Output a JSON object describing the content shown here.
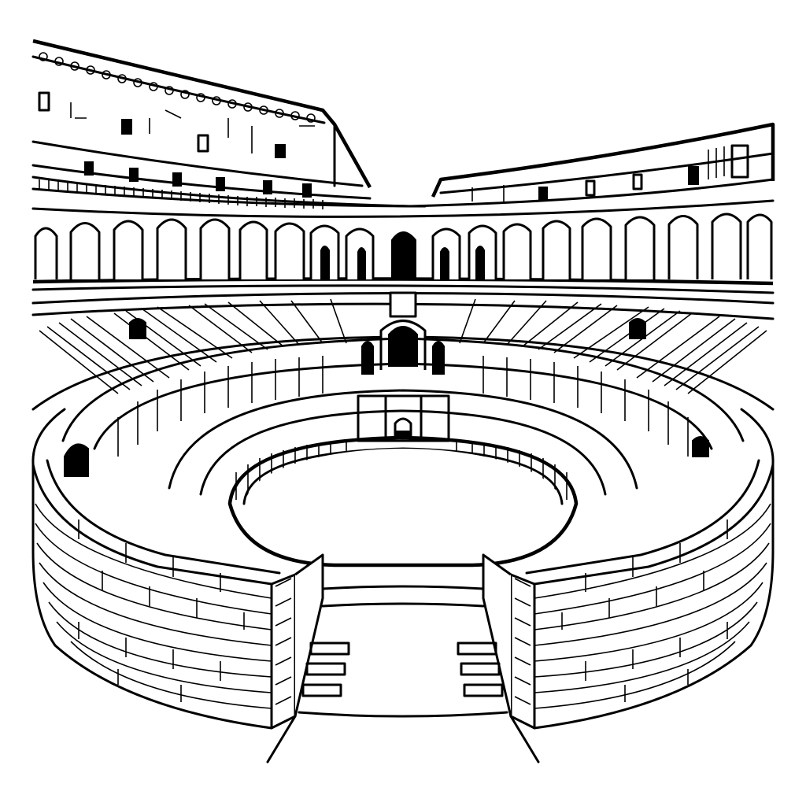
{
  "illustration": {
    "subject": "Colosseum interior, line-art coloring page",
    "style": "black outline on white",
    "colors": {
      "line": "#000000",
      "background": "#ffffff"
    },
    "parts": {
      "outer_wall": "Curved upper outer wall with cornice and small windows",
      "arcades": "Ring of arched bays",
      "seating": "Sloped seating tiers",
      "hypogeum": "Concentric brick ring walls around arena floor",
      "arena": "Open elliptical arena floor",
      "entrance": "Front ramp entrance with steps between brick walls",
      "gate": "Small arched gate on far wall"
    }
  }
}
